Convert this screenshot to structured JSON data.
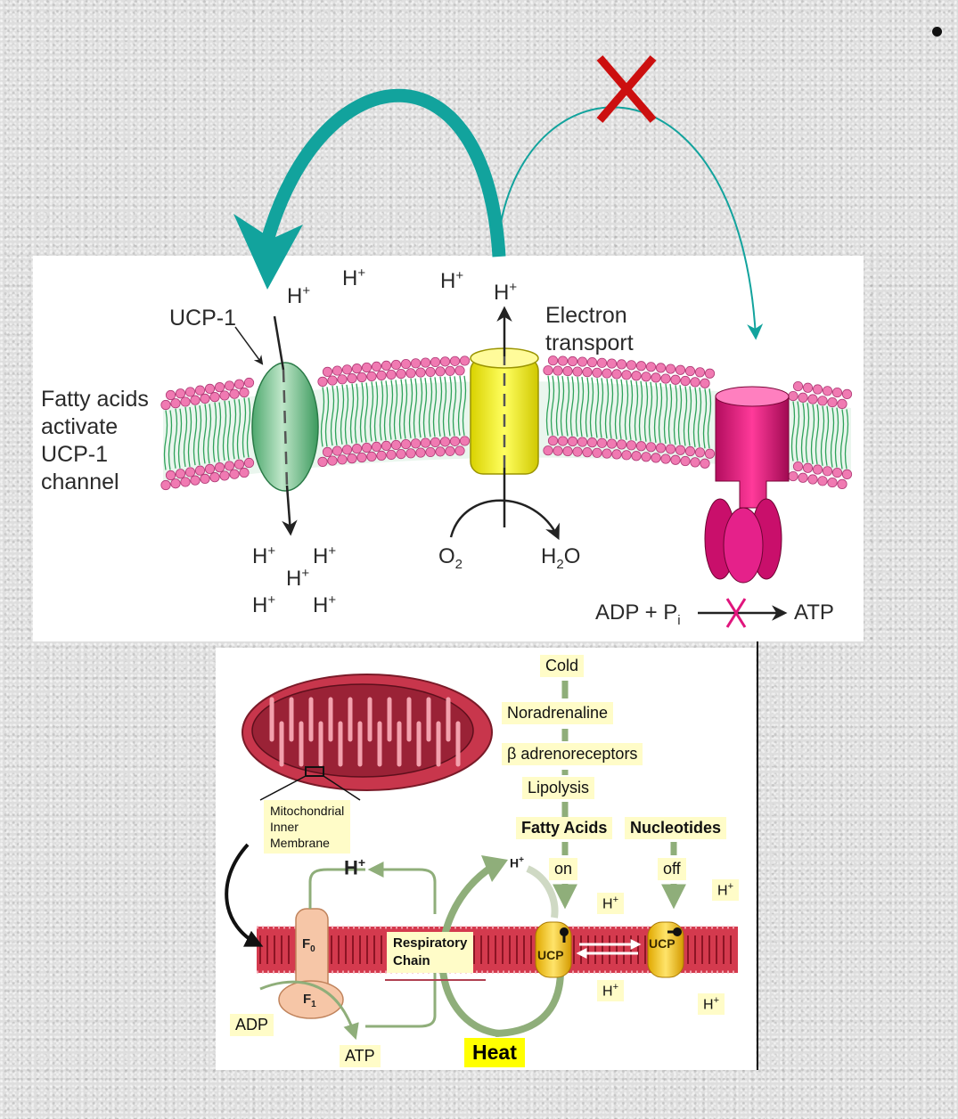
{
  "upper_panel": {
    "ucp_label": "UCP-1",
    "fatty_acids_lines": [
      "Fatty acids",
      "activate",
      "UCP-1",
      "channel"
    ],
    "electron_transport_lines": [
      "Electron",
      "transport"
    ],
    "proton": {
      "base": "H",
      "charge": "+"
    },
    "o2": {
      "base": "O",
      "sub": "2"
    },
    "h2o": {
      "base": "H",
      "sub": "2",
      "rest": "O"
    },
    "reaction": {
      "left": "ADP + P",
      "left_sub": "i",
      "right": "ATP"
    },
    "colors": {
      "ucp": "#6dbb88",
      "electron_carrier": "#f2ec1a",
      "atp_synthase": "#e0157d",
      "arrow_teal": "#12a39d",
      "cross_red": "#cc0f0f"
    }
  },
  "lower_panel": {
    "cascade": [
      "Cold",
      "Noradrenaline",
      "β adrenoreceptors",
      "Lipolysis"
    ],
    "fatty_acids": "Fatty Acids",
    "nucleotides": "Nucleotides",
    "on": "on",
    "off": "off",
    "membrane_label_lines": [
      "Mitochondrial",
      "Inner",
      "Membrane"
    ],
    "respiratory_chain_lines": [
      "Respiratory",
      "Chain"
    ],
    "f0": {
      "base": "F",
      "sub": "0"
    },
    "f1": {
      "base": "F",
      "sub": "1"
    },
    "ucp": "UCP",
    "adp": "ADP",
    "atp": "ATP",
    "heat": "Heat",
    "proton": {
      "base": "H",
      "charge": "+"
    },
    "colors": {
      "membrane": "#d43a4e",
      "label_bg": "#fffcc8",
      "arrows": "#8fae7a",
      "ucp": "#f2c21e",
      "heat_bg": "#ffff00"
    }
  }
}
